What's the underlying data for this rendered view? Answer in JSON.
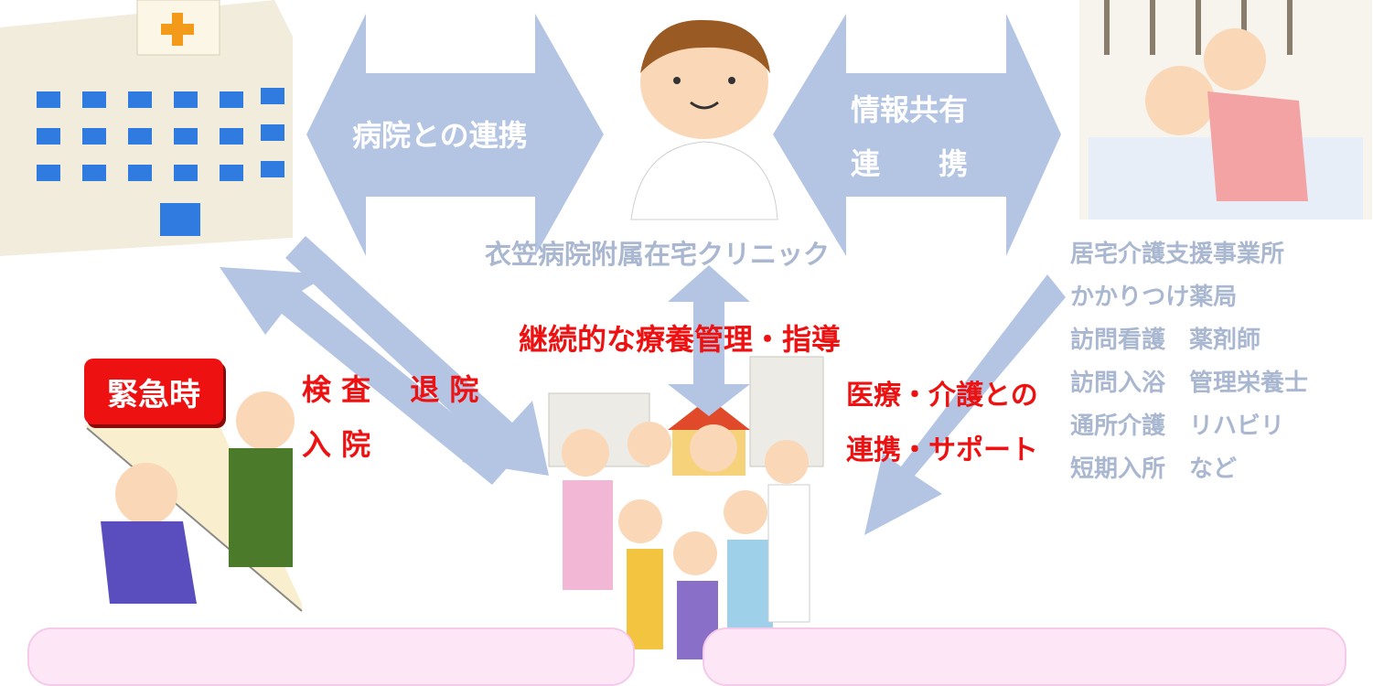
{
  "arrows": {
    "hospital_link": "病院との連携",
    "info_share": "情報共有",
    "cooperation": "連　　携"
  },
  "clinic_name": "衣笠病院附属在宅クリニック",
  "services": [
    "居宅介護支援事業所",
    "かかりつけ薬局",
    "訪問看護　薬剤師",
    "訪問入浴　管理栄養士",
    "通所介護　リハビリ",
    "短期入所　など"
  ],
  "emergency": {
    "badge": "緊急時",
    "exam_discharge": "検 査　 退 院",
    "admission": "入 院"
  },
  "continuous_care": "継続的な療養管理・指導",
  "support": {
    "line1": "医療・介護との",
    "line2": "連携・サポート"
  },
  "colors": {
    "arrow": "#b4c5e4",
    "label_gray": "#a9b7d0",
    "label_red": "#ee1111",
    "pink_box": "#fde7f6"
  }
}
